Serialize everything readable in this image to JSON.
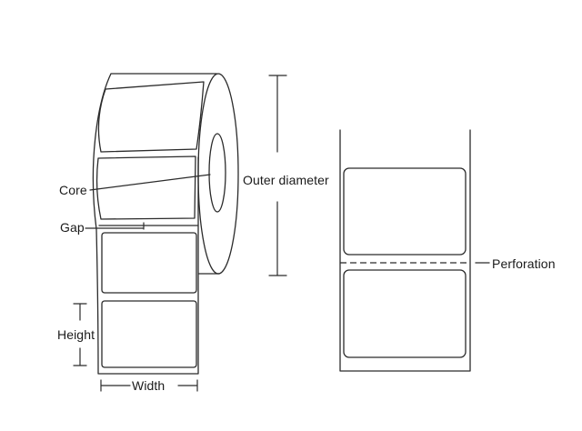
{
  "canvas": {
    "background": "#ffffff"
  },
  "palette": {
    "line": "#2b2b2b",
    "text": "#1a1a1a"
  },
  "roll_figure": {
    "core_label": "Core",
    "gap_label": "Gap",
    "height_label": "Height",
    "width_label": "Width",
    "outer_diameter_label": "Outer diameter"
  },
  "strip_figure": {
    "perforation_label": "Perforation"
  }
}
